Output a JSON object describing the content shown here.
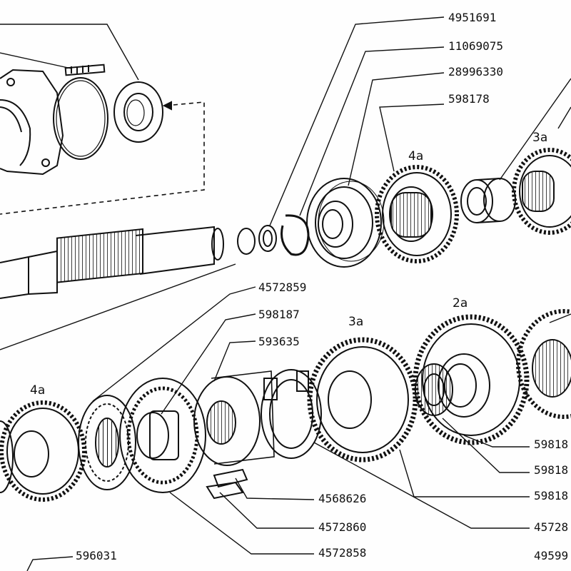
{
  "part_numbers": {
    "p4951691": "4951691",
    "p11069075": "11069075",
    "p28996330": "28996330",
    "p598178": "598178",
    "p4572859": "4572859",
    "p598187": "598187",
    "p593635": "593635",
    "p598_r1": "59818",
    "p598_r2": "59818",
    "p598_r3": "59818",
    "p4572_r": "45728",
    "p4568626": "4568626",
    "p4572860": "4572860",
    "p4572858": "4572858",
    "p596031": "596031",
    "p4959_r": "49599"
  },
  "gear_labels": {
    "top_4a": "4a",
    "top_3a": "3a",
    "bot_3a": "3a",
    "bot_2a": "2a",
    "bot_4a": "4a"
  }
}
